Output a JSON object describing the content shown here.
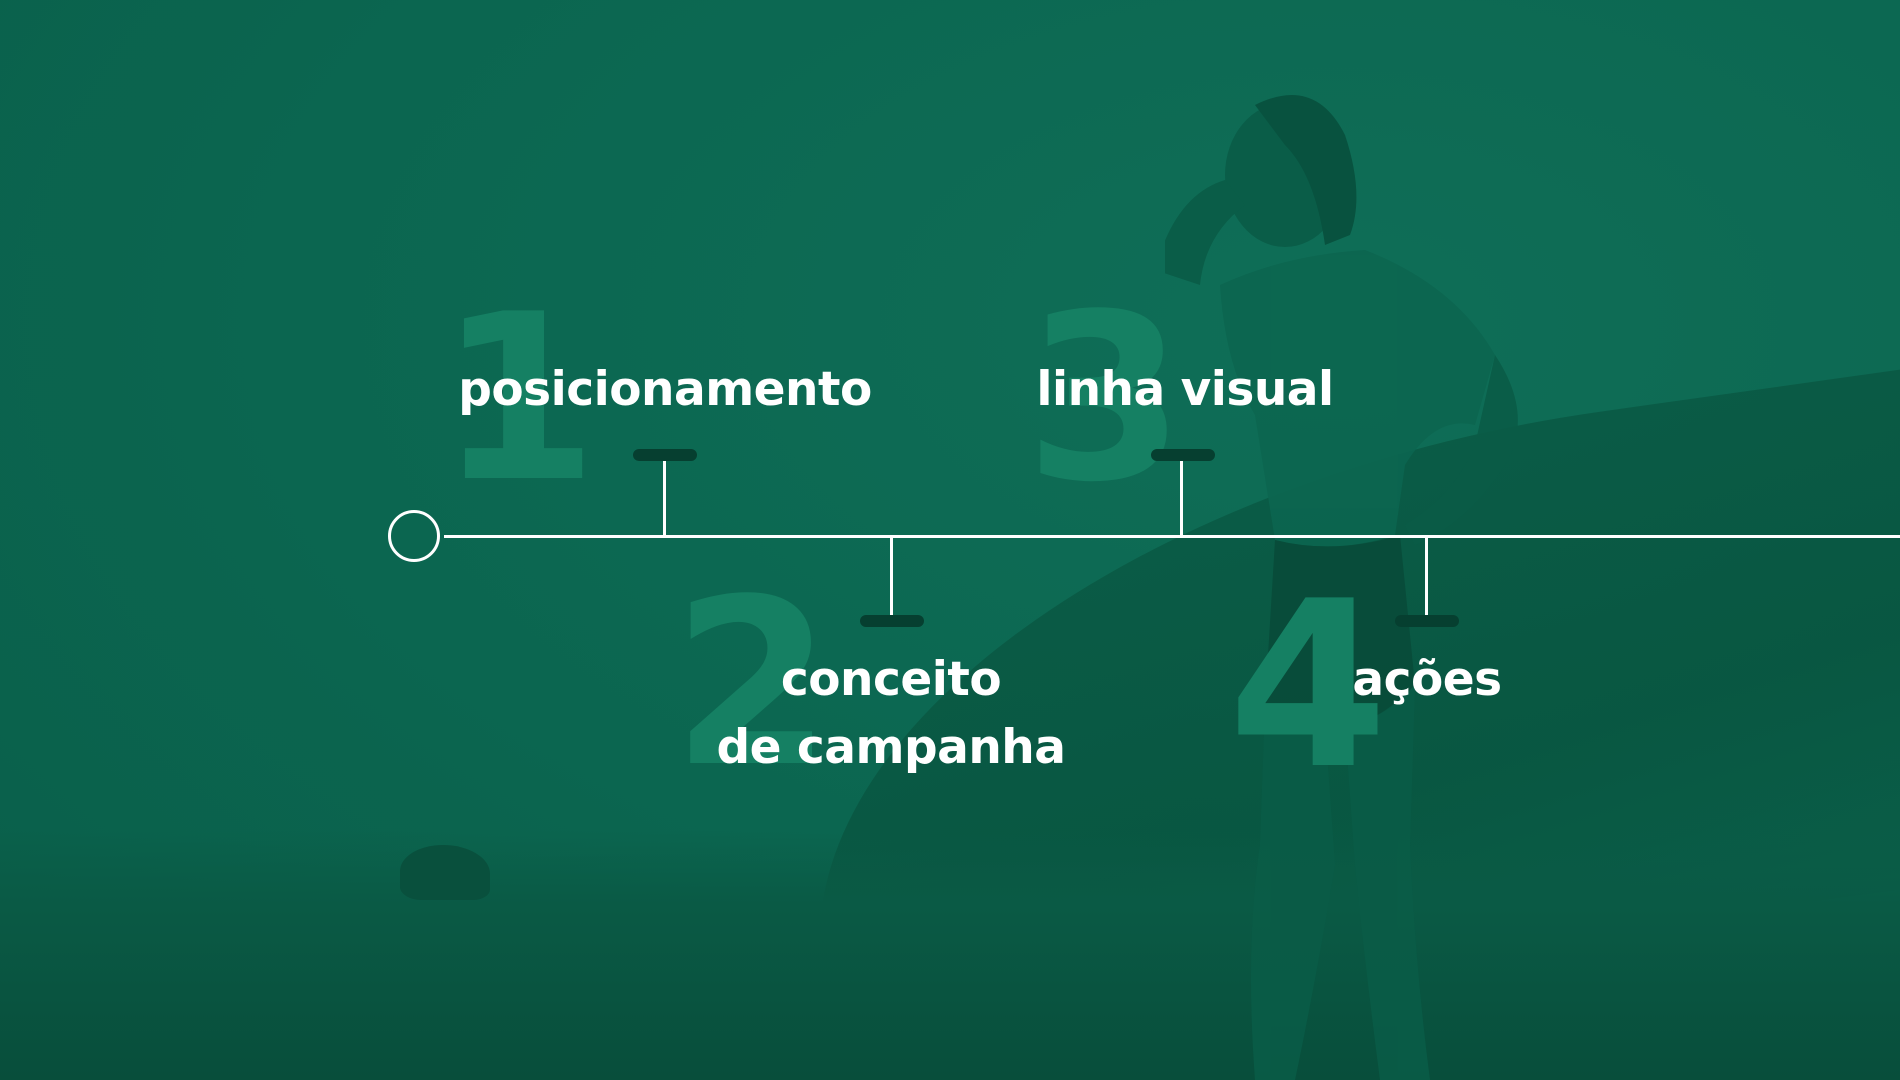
{
  "timeline": {
    "steps": [
      {
        "number": "1",
        "label": "posicionamento",
        "label_line2": ""
      },
      {
        "number": "2",
        "label": "conceito",
        "label_line2": "de campanha"
      },
      {
        "number": "3",
        "label": "linha visual",
        "label_line2": ""
      },
      {
        "number": "4",
        "label": "ações",
        "label_line2": ""
      }
    ]
  },
  "colors": {
    "background": "#0b6650",
    "number": "#158063",
    "line": "#ffffff",
    "cap": "#063f30",
    "text": "#ffffff"
  }
}
